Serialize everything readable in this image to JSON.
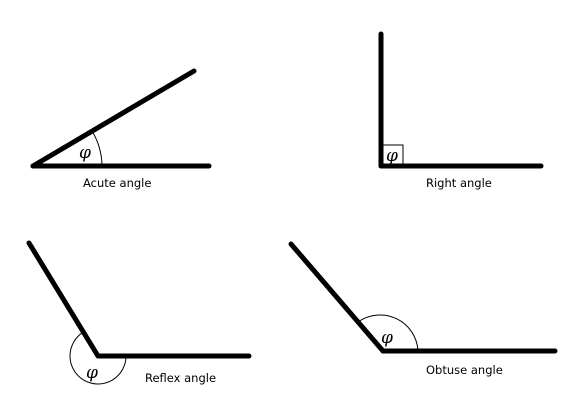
{
  "angle_symbol": "φ",
  "panels": {
    "acute": {
      "label": "Acute angle"
    },
    "right": {
      "label": "Right angle"
    },
    "reflex": {
      "label": "Reflex angle"
    },
    "obtuse": {
      "label": "Obtuse angle"
    }
  }
}
